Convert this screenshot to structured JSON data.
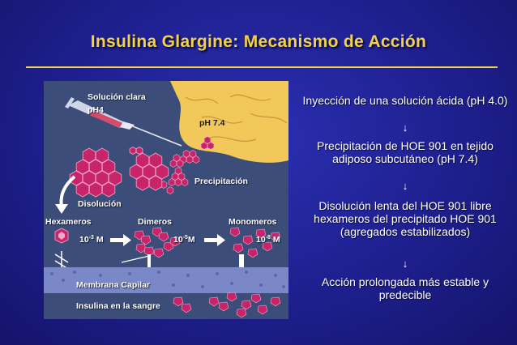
{
  "title": "Insulina Glargine: Mecanismo de Acción",
  "diagram": {
    "labels": {
      "solucion_clara": "Solución clara",
      "ph4": "pH4",
      "ph74": "pH 7.4",
      "precipitacion": "Precipitación",
      "disolucion": "Disolución",
      "hexameros": "Hexameros",
      "dimeros": "Dimeros",
      "monomeros": "Monomeros",
      "conc_hex_base": "10",
      "conc_hex_exp": "-3",
      "conc_hex_unit": "M",
      "conc_dim_base": "10",
      "conc_dim_exp": "-5",
      "conc_dim_unit": "M",
      "conc_mono_base": "10",
      "conc_mono_exp": "-8",
      "conc_mono_unit": "M",
      "membrana": "Membrana Capilar",
      "sangre": "Insulina en la sangre"
    },
    "colors": {
      "panel": "#3b4d78",
      "molecule": "#c8246a",
      "tissue": "#f2c85a",
      "membrane": "#7a88c8",
      "syringe": "#d84a6a"
    }
  },
  "steps": [
    "Inyección de una solución ácida (pH 4.0)",
    "Precipitación de HOE 901 en tejido adiposo subcutáneo (pH 7.4)",
    "Disolución lenta del HOE 901 libre hexameros del precipitado HOE 901 (agregados estabilizados)",
    "Acción prolongada más estable y predecible"
  ],
  "arrow_icon": "arrow-down-icon"
}
